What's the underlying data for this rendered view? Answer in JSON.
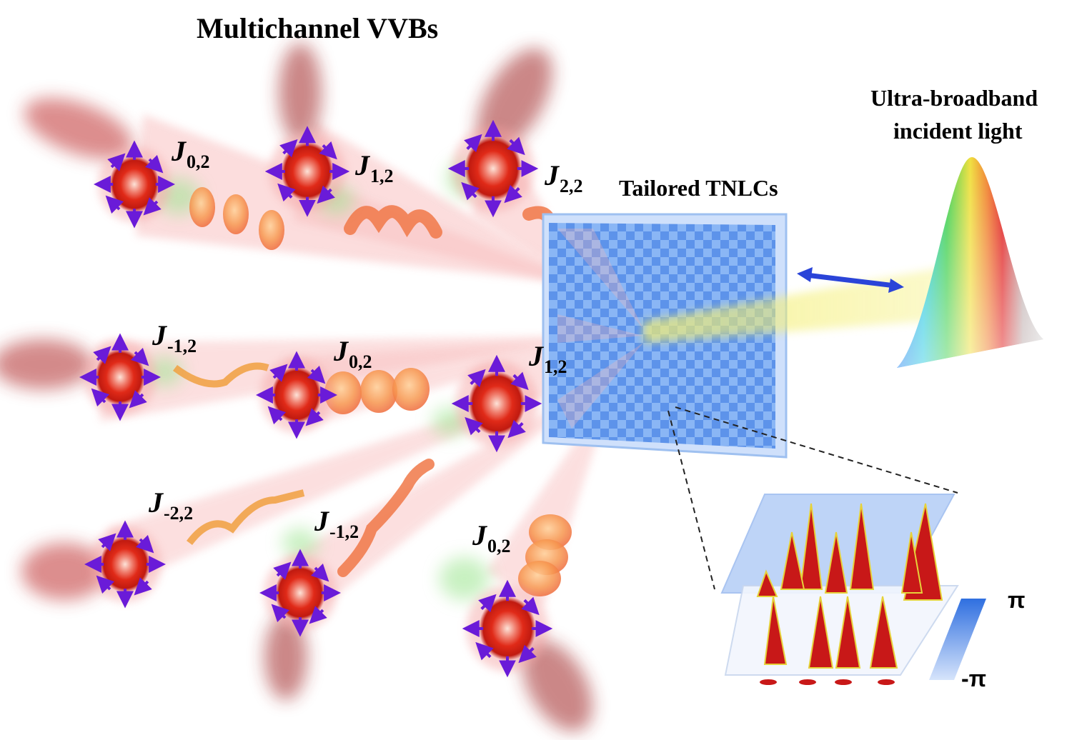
{
  "title": "Multichannel VVBs",
  "device_label": "Tailored TNLCs",
  "source_label_line1": "Ultra-broadband",
  "source_label_line2": "incident light",
  "phase_scale": {
    "max": "π",
    "min": "-π"
  },
  "beams": [
    {
      "id": "r1a",
      "symbol": "J",
      "sub": "0,2"
    },
    {
      "id": "r1b",
      "symbol": "J",
      "sub": "1,2"
    },
    {
      "id": "r1c",
      "symbol": "J",
      "sub": "2,2"
    },
    {
      "id": "r2a",
      "symbol": "J",
      "sub": "-1,2"
    },
    {
      "id": "r2b",
      "symbol": "J",
      "sub": "0,2"
    },
    {
      "id": "r2c",
      "symbol": "J",
      "sub": "1,2"
    },
    {
      "id": "r3a",
      "symbol": "J",
      "sub": "-2,2"
    },
    {
      "id": "r3b",
      "symbol": "J",
      "sub": "-1,2"
    },
    {
      "id": "r3c",
      "symbol": "J",
      "sub": "0,2"
    }
  ],
  "colors": {
    "beam_red": "#e8261a",
    "beam_glow": "#f4a0a0",
    "green_glow": "#9be58f",
    "arrow_purple": "#6a1bd8",
    "panel_blue": "#6fa6f2",
    "panel_light": "#c9dcfb",
    "polarization_arrow": "#2a44d8",
    "lc_red": "#c81818",
    "lc_yellow": "#e6d23a"
  }
}
